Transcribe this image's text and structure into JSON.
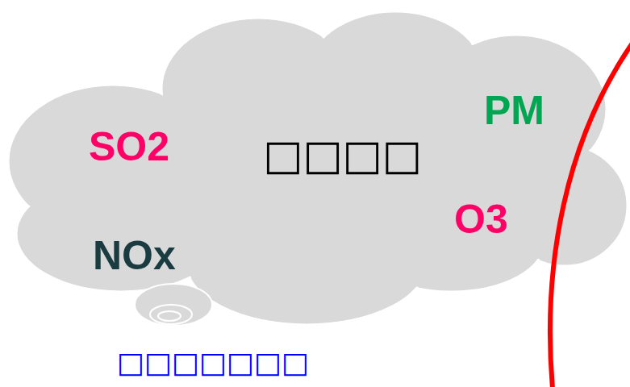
{
  "diagram": {
    "nodes": [
      {
        "text": [
          "PM",
          "SO2",
          "□□□□",
          "O3",
          "NOx"
        ]
      }
    ],
    "labels": [
      "□□□□□□□"
    ]
  }
}
